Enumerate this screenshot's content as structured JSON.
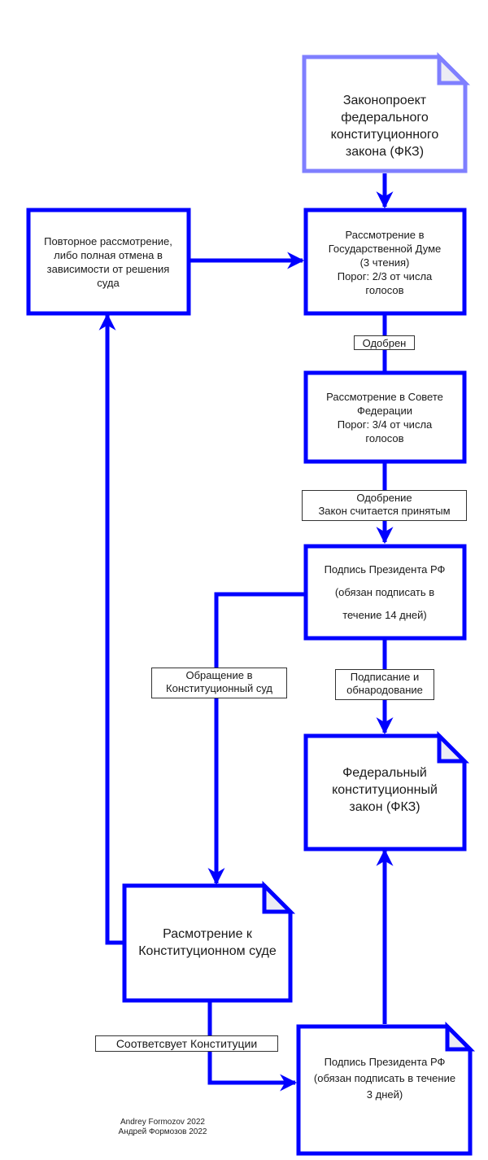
{
  "colors": {
    "primary_stroke": "#0000ff",
    "draft_stroke": "#7f7fff",
    "fold_fill": "#ececf4",
    "background": "#ffffff"
  },
  "nodes": {
    "draft_bill": {
      "text": "Законопроект\nфедерального\nконституционного\nзакона (ФКЗ)",
      "shape": "document"
    },
    "reconsideration": {
      "text": "Повторное рассмотрение,\nлибо полная отмена в\nзависимости от решения\nсуда",
      "shape": "process"
    },
    "state_duma": {
      "text": "Рассмотрение в\nГосударственной Думе\n(3 чтения)\nПорог: 2/3 от числа\nголосов",
      "shape": "process"
    },
    "federation_council": {
      "text": "Рассмотрение в Совете\nФедерации\nПорог: 3/4 от числа\nголосов",
      "shape": "process"
    },
    "president_signature_14": {
      "text": "Подпись Президента РФ\n(обязан подписать в\nтечение 14 дней)",
      "shape": "process"
    },
    "federal_constitutional_law": {
      "text": "Федеральный\nконституционный\nзакон (ФКЗ)",
      "shape": "document"
    },
    "constitutional_court_review": {
      "text": "Расмотрение к\nКонституционном суде",
      "shape": "document"
    },
    "president_signature_3": {
      "text": "Подпись Президента РФ\n(обязан подписать в течение\n3 дней)",
      "shape": "document"
    }
  },
  "edge_labels": {
    "approved": "Одобрен",
    "approval_adopted": "Одобрение\nЗакон считается принятым",
    "signing_promulgation": "Подписание и\nобнародование",
    "appeal_court": "Обращение в\nКонституционный суд",
    "complies_constitution": "Соответсвует Конституции"
  },
  "credits": "Andrey Formozov 2022\nАндрей Формозов 2022"
}
